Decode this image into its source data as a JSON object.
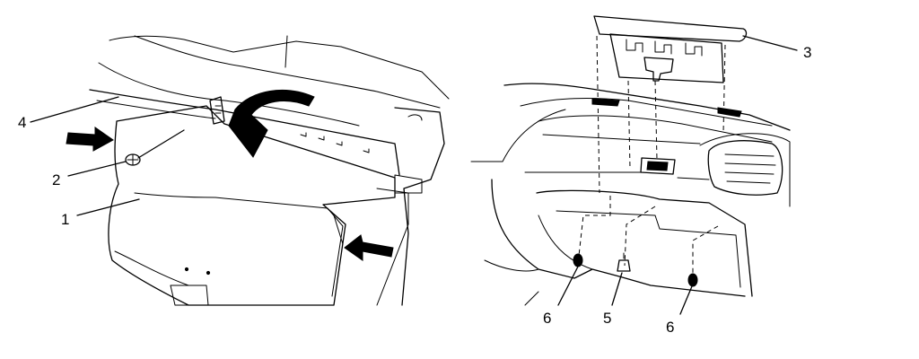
{
  "figure": {
    "background": "#ffffff",
    "ink": "#000000",
    "callouts": {
      "c1": "1",
      "c2": "2",
      "c3": "3",
      "c4": "4",
      "c5": "5",
      "c6a": "6",
      "c6b": "6"
    }
  }
}
